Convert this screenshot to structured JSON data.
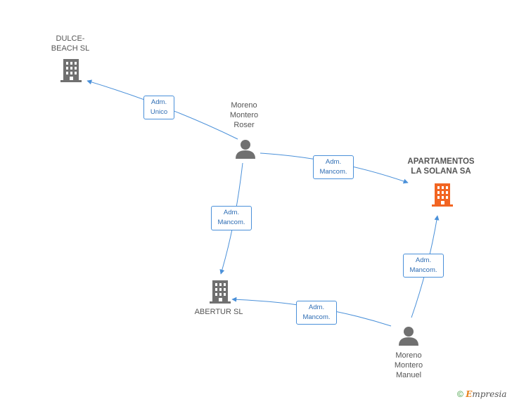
{
  "nodes": {
    "dulce_beach": {
      "label_line1": "DULCE-",
      "label_line2": "BEACH SL"
    },
    "moreno_roser": {
      "line1": "Moreno",
      "line2": "Montero",
      "line3": "Roser"
    },
    "apartamentos": {
      "line1": "APARTAMENTOS",
      "line2": "LA SOLANA SA"
    },
    "abertur": {
      "label": "ABERTUR SL"
    },
    "moreno_manuel": {
      "line1": "Moreno",
      "line2": "Montero",
      "line3": "Manuel"
    }
  },
  "edges": [
    {
      "line1": "Adm.",
      "line2": "Unico"
    },
    {
      "line1": "Adm.",
      "line2": "Mancom."
    },
    {
      "line1": "Adm.",
      "line2": "Mancom."
    },
    {
      "line1": "Adm.",
      "line2": "Mancom."
    },
    {
      "line1": "Adm.",
      "line2": "Mancom."
    }
  ],
  "colors": {
    "edge": "#4a90d9",
    "building": "#707070",
    "building_highlight": "#f26522",
    "person": "#707070"
  },
  "footer": {
    "copyright": "©",
    "brand_e": "E",
    "brand_rest": "mpresia"
  }
}
